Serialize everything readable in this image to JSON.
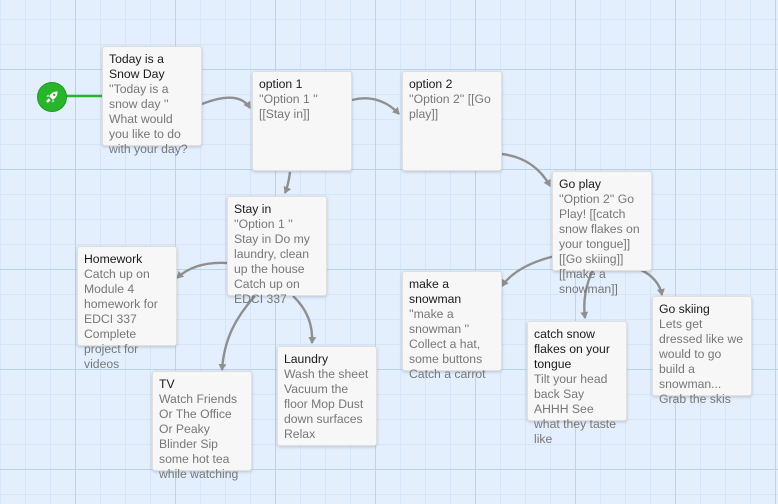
{
  "story": {
    "start_icon": "rocket-icon",
    "start_color": "#28b52b",
    "grid_color": "#b9d4f3",
    "arrow_color": "#8f8f8f",
    "passages": [
      {
        "id": "today",
        "title": "Today is a Snow Day",
        "excerpt": "''Today is a snow day '' What would you like to do with your day?"
      },
      {
        "id": "option1",
        "title": "option 1",
        "excerpt": "''Option 1 '' [[Stay in]]"
      },
      {
        "id": "option2",
        "title": "option 2",
        "excerpt": "''Option 2'' [[Go play]]"
      },
      {
        "id": "goplay",
        "title": "Go play",
        "excerpt": "''Option 2'' Go Play! [[catch snow flakes on your tongue]] [[Go skiing]] [[make a snowman]]"
      },
      {
        "id": "stayin",
        "title": "Stay in",
        "excerpt": "''Option 1 '' Stay in Do my laundry, clean up the house Catch up on EDCI 337"
      },
      {
        "id": "homework",
        "title": "Homework",
        "excerpt": "Catch up on Module 4 homework for EDCI 337 Complete project for videos"
      },
      {
        "id": "tv",
        "title": "TV",
        "excerpt": "Watch Friends Or The Office Or Peaky Blinder Sip some hot tea while watching"
      },
      {
        "id": "laundry",
        "title": "Laundry",
        "excerpt": "Wash the sheet Vacuum the floor Mop Dust down surfaces Relax"
      },
      {
        "id": "snowman",
        "title": "make a snowman",
        "excerpt": "''make a snowman '' Collect a hat, some buttons Catch a carrot"
      },
      {
        "id": "catch",
        "title": "catch snow flakes on your tongue",
        "excerpt": "Tilt your head back Say AHHH See what they taste like"
      },
      {
        "id": "skiing",
        "title": "Go skiing",
        "excerpt": "Lets get dressed like we would to go build a snowman... Grab the skis"
      }
    ]
  }
}
